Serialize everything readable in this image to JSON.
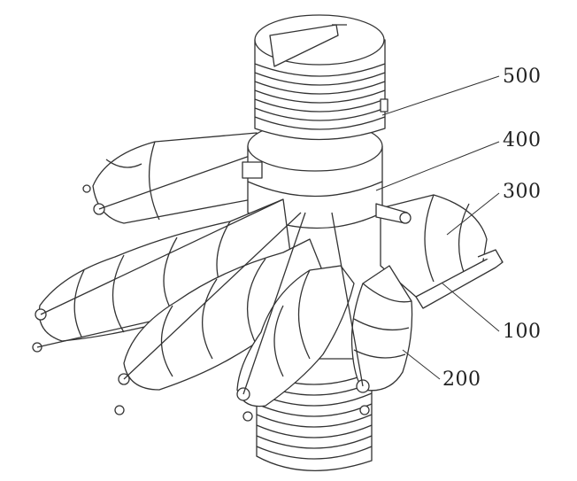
{
  "figure": {
    "reference_numerals": {
      "part_500": "500",
      "part_400": "400",
      "part_300": "300",
      "part_100": "100",
      "part_200": "200"
    },
    "colors": {
      "line": "#333333",
      "fill": "#ffffff",
      "shade": "#dcdcdc"
    }
  }
}
